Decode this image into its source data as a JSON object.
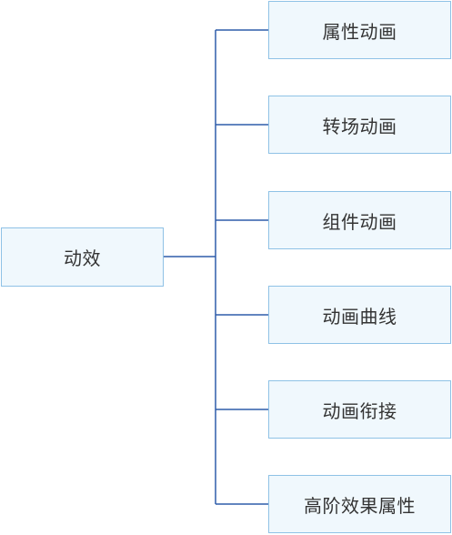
{
  "diagram": {
    "root": {
      "label": "动效"
    },
    "children": [
      {
        "label": "属性动画"
      },
      {
        "label": "转场动画"
      },
      {
        "label": "组件动画"
      },
      {
        "label": "动画曲线"
      },
      {
        "label": "动画衔接"
      },
      {
        "label": "高阶效果属性"
      }
    ],
    "colors": {
      "node_fill": "#f0f8fd",
      "node_border": "#8fc2e6",
      "connector": "#2e5daa",
      "text": "#333333"
    }
  }
}
